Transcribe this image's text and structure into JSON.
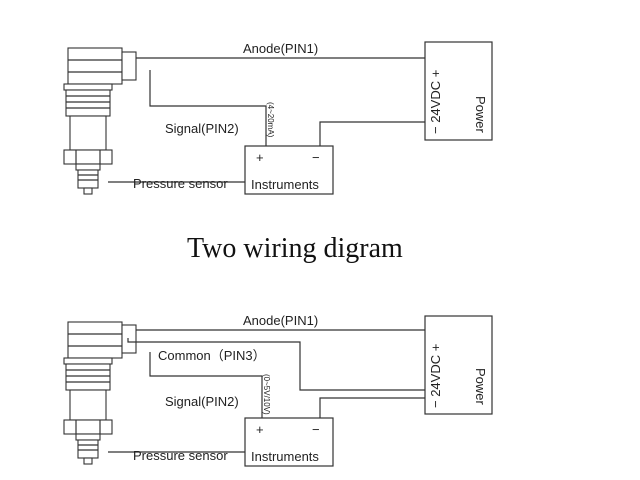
{
  "title": "Two wiring digram",
  "top_diagram": {
    "anode_label": "Anode(PIN1)",
    "signal_label": "Signal(PIN2)",
    "range_label": "(4~20mA)",
    "sensor_label": "Pressure sensor",
    "instruments_label": "Instruments",
    "plus": "+",
    "minus": "−",
    "voltage_label": "− 24VDC +",
    "power_label": "Power"
  },
  "bottom_diagram": {
    "anode_label": "Anode(PIN1)",
    "common_label": "Common（PIN3）",
    "signal_label": "Signal(PIN2)",
    "range_label": "(0~5V/10V)",
    "sensor_label": "Pressure sensor",
    "instruments_label": "Instruments",
    "plus": "+",
    "minus": "−",
    "voltage_label": "− 24VDC +",
    "power_label": "Power"
  }
}
